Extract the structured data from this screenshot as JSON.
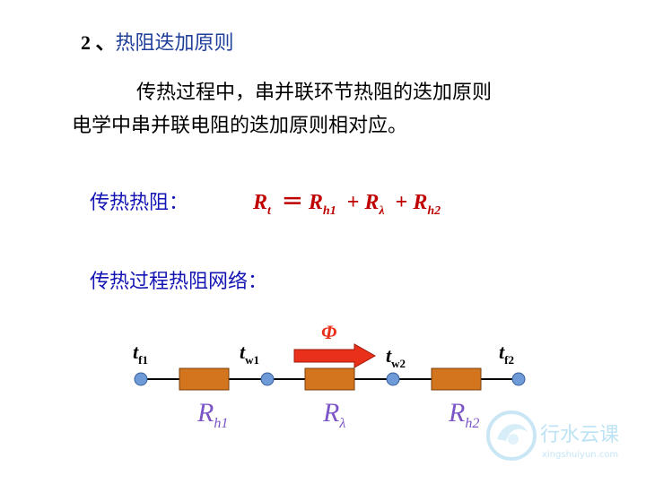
{
  "heading": {
    "number": "2 、",
    "title": "热阻迭加原则"
  },
  "paragraph": {
    "line1": "传热过程中，串并联环节热阻的迭加原则",
    "line2": "电学中串并联电阻的迭加原则相对应。"
  },
  "thermal_resistance": {
    "label": "传热热阻：",
    "formula": {
      "lhs": "R",
      "lhs_sub": "t",
      "eq": "＝",
      "plus": "+",
      "terms": [
        {
          "sym": "R",
          "sub": "h1"
        },
        {
          "sym": "R",
          "sub": "λ"
        },
        {
          "sym": "R",
          "sub": "h2"
        }
      ]
    }
  },
  "network": {
    "label": "传热过程热阻网络：",
    "flux_symbol": "Φ",
    "nodes": [
      {
        "sym": "t",
        "sub": "f1"
      },
      {
        "sym": "t",
        "sub": "w1"
      },
      {
        "sym": "t",
        "sub": "w2"
      },
      {
        "sym": "t",
        "sub": "f2"
      }
    ],
    "resistors": [
      {
        "sym": "R",
        "sub": "h1"
      },
      {
        "sym": "R",
        "sub": "λ"
      },
      {
        "sym": "R",
        "sub": "h2"
      }
    ]
  },
  "watermark": {
    "name": "行水云课",
    "url": "xingshuiyun.com"
  },
  "colors": {
    "heading_title": "#1f3f9a",
    "label_blue": "#1414b4",
    "formula_red": "#c00000",
    "resistor": "#d2751e",
    "node": "#6e9ad8",
    "resistor_label": "#7b55c8",
    "arrow": "#e8301a"
  }
}
